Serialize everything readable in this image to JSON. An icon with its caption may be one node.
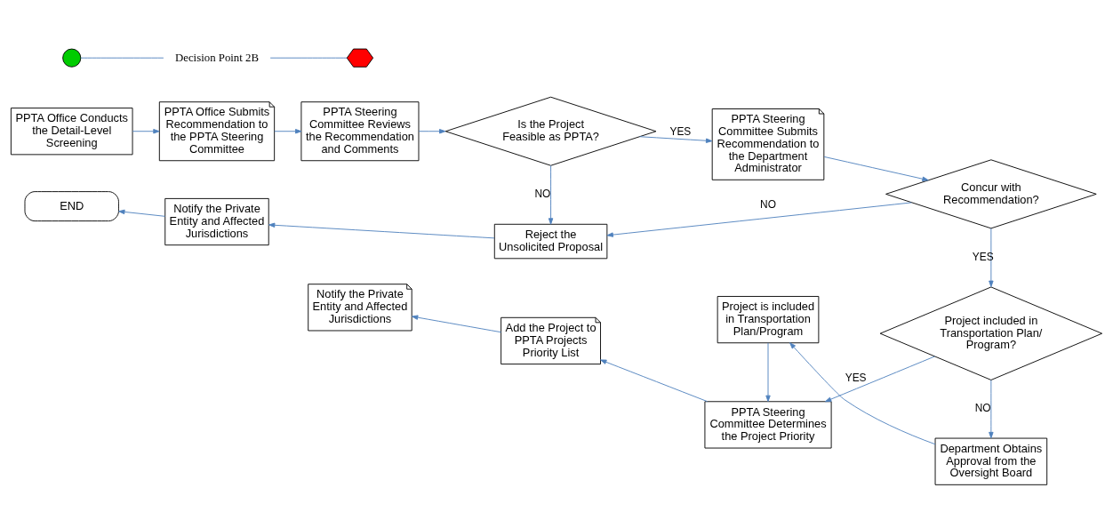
{
  "diagram": {
    "nodes": [
      {
        "text": [
          "PPTA Office Conducts the Detail-Level Screening"
        ]
      },
      {
        "text": [
          "PPTA Office Submits Recommendation to the PPTA Steering Committee"
        ]
      },
      {
        "text": [
          "PPTA Steering Committee Reviews the Recommendation and Comments"
        ]
      },
      {
        "text": [
          "Is the Project Feasible as PPTA?"
        ]
      },
      {
        "text": [
          "PPTA Steering Committee Submits Recommendation to the Department Administrator"
        ]
      },
      {
        "text": [
          "Concur with Recommendation?"
        ]
      },
      {
        "text": [],
        "shape": "circle"
      },
      {
        "text": [
          "Decision Point 2B"
        ]
      },
      {
        "text": [],
        "shape": "hexagon"
      },
      {
        "text": [
          "Reject the Unsolicited Proposal"
        ]
      },
      {
        "text": [
          "Notify the Private Entity and Affected Jurisdictions"
        ]
      },
      {
        "text": [
          "END"
        ]
      },
      {
        "text": [
          "Project included in Transportation Plan/ Program?"
        ]
      },
      {
        "text": [
          "PPTA Steering Committee Determines the Project Priority"
        ]
      },
      {
        "text": [
          "Add the Project to PPTA Projects Priority List"
        ]
      },
      {
        "text": [
          "Notify the Private Entity and Affected Jurisdictions"
        ]
      },
      {
        "text": [
          "Department Obtains Approval from the Oversight Board"
        ]
      },
      {
        "text": [
          "Project is included in Transportation Plan/Program"
        ]
      }
    ],
    "edges": [
      {
        "from": 0,
        "to": 1,
        "arrow": "to"
      },
      {
        "from": 1,
        "to": 2,
        "arrow": "to"
      },
      {
        "from": 2,
        "to": 3,
        "arrow": "to"
      },
      {
        "from": 3,
        "to": 4,
        "arrow": "to",
        "label": "YES"
      },
      {
        "from": 3,
        "to": 9,
        "arrow": "to",
        "label": "NO"
      },
      {
        "from": 4,
        "to": 5,
        "arrow": "to"
      },
      {
        "from": 5,
        "to": 9,
        "arrow": "to",
        "label": "NO"
      },
      {
        "from": 9,
        "to": 10,
        "arrow": "to"
      },
      {
        "from": 10,
        "to": 11,
        "arrow": "to"
      },
      {
        "from": 5,
        "to": 12,
        "arrow": "to",
        "label": "YES"
      },
      {
        "from": 12,
        "to": 13,
        "arrow": "to",
        "label": "YES"
      },
      {
        "from": 13,
        "to": 14,
        "arrow": "to"
      },
      {
        "from": 14,
        "to": 15,
        "arrow": "to"
      },
      {
        "from": 12,
        "to": 16,
        "arrow": "to",
        "label": "NO"
      },
      {
        "from": 16,
        "to": 17,
        "arrow": "to"
      },
      {
        "from": 17,
        "to": 13,
        "arrow": "to"
      },
      {
        "from": 6,
        "to": 7,
        "arrow": "none"
      },
      {
        "from": 7,
        "to": 8,
        "arrow": "none"
      }
    ]
  }
}
